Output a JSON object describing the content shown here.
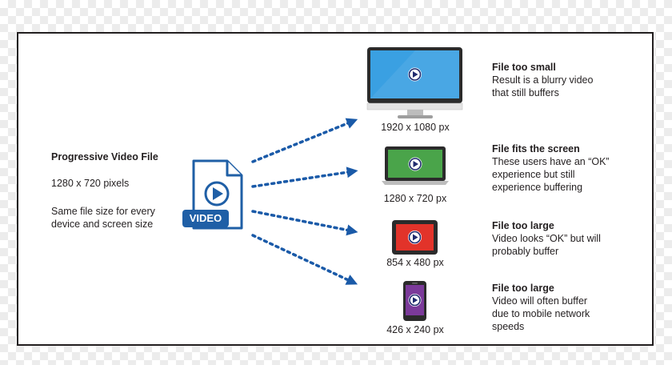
{
  "source": {
    "title": "Progressive Video File",
    "resolution": "1280 x 720 pixels",
    "note_line1": "Same file size for every",
    "note_line2": "device and screen size",
    "file_label": "VIDEO"
  },
  "colors": {
    "arrow": "#1a5aa8",
    "file_blue": "#1f5fa6",
    "monitor_screen": "#3aa0e2",
    "laptop_screen": "#4aa44a",
    "tablet_screen": "#e2332a",
    "phone_screen": "#7b3a9a"
  },
  "devices": [
    {
      "device": "monitor-icon",
      "resolution": "1920 x 1080 px",
      "heading": "File too small",
      "lines": [
        "Result is a blurry video",
        "that still buffers"
      ]
    },
    {
      "device": "laptop-icon",
      "resolution": "1280 x 720 px",
      "heading": "File fits the screen",
      "lines": [
        "These users have an “OK”",
        "experience but still",
        "experience buffering"
      ]
    },
    {
      "device": "tablet-icon",
      "resolution": "854 x 480 px",
      "heading": "File too large",
      "lines": [
        "Video looks “OK” but will",
        "probably buffer"
      ]
    },
    {
      "device": "phone-icon",
      "resolution": "426 x 240 px",
      "heading": "File too large",
      "lines": [
        "Video will often buffer",
        "due to mobile network",
        "speeds"
      ]
    }
  ]
}
